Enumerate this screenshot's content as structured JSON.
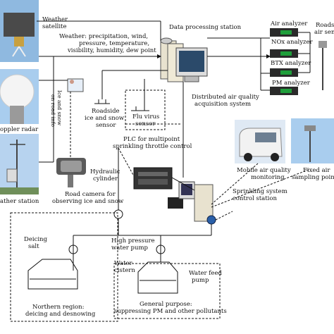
{
  "title": "",
  "labels": {
    "weather_satellite": [
      "Weather",
      "satellite"
    ],
    "weather_params": [
      "Weather: precipitation, wind,",
      "pressure, temperature,",
      "visibility, humidity, dew point"
    ],
    "data_processing_station": "Data processing station",
    "air_analyzer": "Air analyzer",
    "nox_analyzer": "NOx analyzer",
    "btx_analyzer": "BTX analyzer",
    "pm_analyzer": "PM analyzer",
    "roadside_air_sensor": [
      "Roads",
      "air sens"
    ],
    "distributed_aq": [
      "Distributed air quality",
      "acquisition system"
    ],
    "doppler_radar": "oppler radar",
    "ice_snow_info": [
      "Ice and snow",
      "on road info"
    ],
    "roadside_ice_sensor": [
      "Roadside",
      "ice and snow",
      "sensor"
    ],
    "flu_virus_sensor": [
      "Flu virus",
      "sensor"
    ],
    "plc": [
      "PLC for multipoint",
      "sprinkling throttle control"
    ],
    "mobile_aq": [
      "Mobile air quality",
      "monitoring"
    ],
    "fixed_air": [
      "Fixed air",
      "sampling point"
    ],
    "weather_station": "ather station",
    "road_camera": [
      "Road camera for",
      "observing ice and snow"
    ],
    "hydraulic_cylinder": [
      "Hydraulic",
      "cylinder"
    ],
    "sprinkling_control": [
      "Sprinkling system",
      "control station"
    ],
    "deicing_salt": [
      "Deicing",
      "salt"
    ],
    "high_pressure_pump": [
      "High pressure",
      "water pump"
    ],
    "water_cistern": [
      "Water",
      "cistern"
    ],
    "water_feed_pump": [
      "Water feed",
      "pump"
    ],
    "northern_region": [
      "Northern region:",
      "deicing and desnowing"
    ],
    "general_purpose": [
      "General purpose:",
      "suppressing PM and other pollutants"
    ]
  },
  "colors": {
    "line": "#111111",
    "analyzer_body": "#2a2a2a",
    "analyzer_display": "#1e9e3a",
    "sky": "#9cc3e6"
  }
}
